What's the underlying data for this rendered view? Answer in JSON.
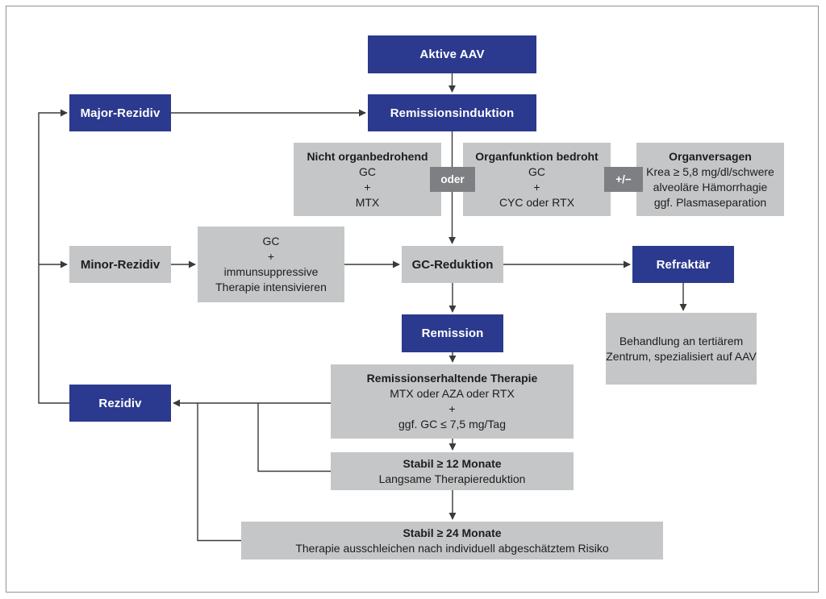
{
  "diagram": {
    "title_context": "AAV Therapie Flussdiagramm",
    "colors": {
      "primary_blue": "#2b3a8e",
      "box_gray": "#c5c6c8",
      "connector_dark_gray": "#7d7f82",
      "line_color": "#3a3a39",
      "frame_border": "#8f9194"
    },
    "nodes": {
      "aktive_aav": {
        "label": "Aktive AAV"
      },
      "remissionsinduktion": {
        "label": "Remissionsinduktion"
      },
      "major_rezidiv": {
        "label": "Major-Rezidiv"
      },
      "nicht_organbedrohend": {
        "title": "Nicht organbedrohend",
        "line1": "GC",
        "line2": "+",
        "line3": "MTX"
      },
      "oder_connector": {
        "label": "oder"
      },
      "organfunktion_bedroht": {
        "title": "Organfunktion bedroht",
        "line1": "GC",
        "line2": "+",
        "line3": "CYC oder RTX"
      },
      "plus_minus_connector": {
        "label": "+/−"
      },
      "organversagen": {
        "title": "Organversagen",
        "line1": "Krea ≥ 5,8 mg/dl/schwere",
        "line2": "alveoläre Hämorrhagie",
        "line3": "ggf. Plasmaseparation"
      },
      "minor_rezidiv": {
        "label": "Minor-Rezidiv"
      },
      "gc_intensivierung": {
        "line1": "GC",
        "line2": "+",
        "line3": "immunsuppressive",
        "line4": "Therapie intensivieren"
      },
      "gc_reduktion": {
        "label": "GC-Reduktion"
      },
      "refraktaer": {
        "label": "Refraktär"
      },
      "tertiaeres_zentrum": {
        "line1": "Behandlung an tertiärem",
        "line2": "Zentrum, spezialisiert auf AAV"
      },
      "remission": {
        "label": "Remission"
      },
      "remissionserhaltung": {
        "title": "Remissionserhaltende Therapie",
        "line1": "MTX oder AZA oder RTX",
        "line2": "+",
        "line3": "ggf. GC ≤ 7,5 mg/Tag"
      },
      "rezidiv": {
        "label": "Rezidiv"
      },
      "stabil_12": {
        "title": "Stabil ≥ 12 Monate",
        "line1": "Langsame Therapiereduktion"
      },
      "stabil_24": {
        "title": "Stabil ≥ 24 Monate",
        "line1": "Therapie ausschleichen nach individuell abgeschätztem Risiko"
      }
    },
    "edges": [
      {
        "from": "aktive_aav",
        "to": "remissionsinduktion"
      },
      {
        "from": "major_rezidiv",
        "to": "remissionsinduktion"
      },
      {
        "from": "remissionsinduktion",
        "to": "gc_reduktion"
      },
      {
        "from": "minor_rezidiv",
        "to": "gc_intensivierung"
      },
      {
        "from": "gc_intensivierung",
        "to": "gc_reduktion"
      },
      {
        "from": "gc_reduktion",
        "to": "refraktaer"
      },
      {
        "from": "refraktaer",
        "to": "tertiaeres_zentrum"
      },
      {
        "from": "gc_reduktion",
        "to": "remission"
      },
      {
        "from": "remission",
        "to": "remissionserhaltung"
      },
      {
        "from": "remissionserhaltung",
        "to": "stabil_12"
      },
      {
        "from": "stabil_12",
        "to": "stabil_24"
      },
      {
        "from": "remissionserhaltung",
        "to": "rezidiv"
      },
      {
        "from": "stabil_12",
        "to": "rezidiv"
      },
      {
        "from": "stabil_24",
        "to": "rezidiv"
      },
      {
        "from": "rezidiv",
        "to": "major_rezidiv"
      },
      {
        "from": "rezidiv",
        "to": "minor_rezidiv"
      }
    ]
  }
}
